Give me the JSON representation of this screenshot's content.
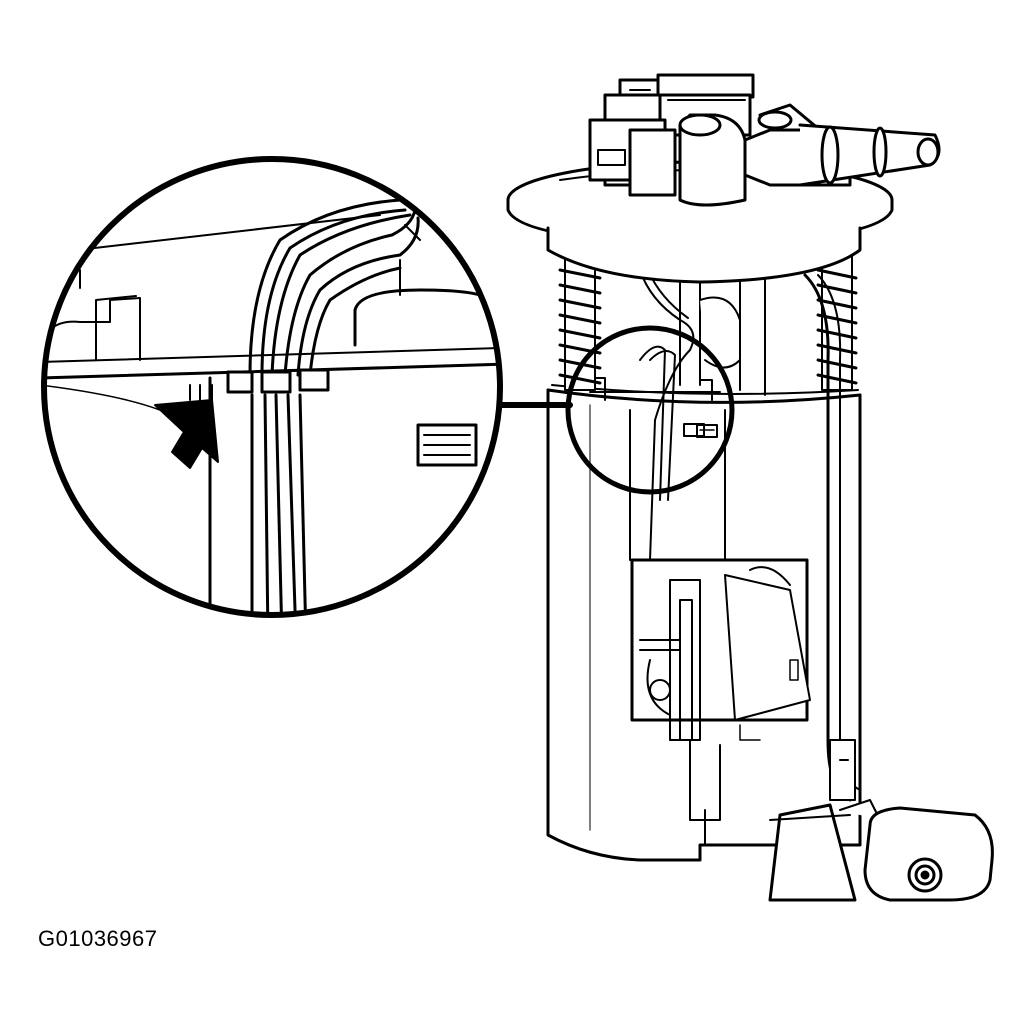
{
  "figure": {
    "id_label": "G01036967",
    "colors": {
      "line": "#000000",
      "background": "#ffffff",
      "arrow_fill": "#000000"
    },
    "parts": [
      "fuel-pump-module",
      "module-cover-flange",
      "electrical-connector",
      "fuel-feed-line",
      "springs",
      "reservoir",
      "fuel-pump",
      "fuel-level-sender-float",
      "wire-harness-clips",
      "magnified-detail-circle",
      "pointer-arrow"
    ]
  }
}
